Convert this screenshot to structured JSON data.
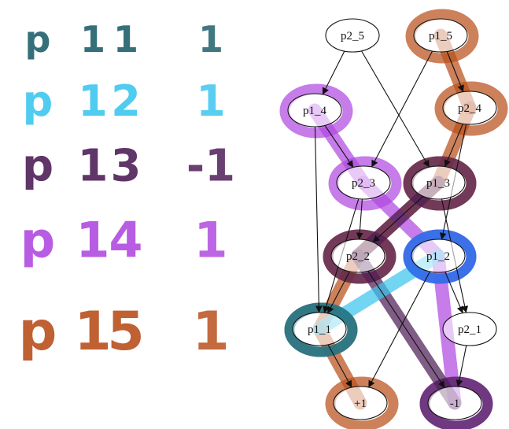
{
  "colors": {
    "teal": "#1f5f6b",
    "cyan": "#3cc6ee",
    "dark_purple": "#4f1f58",
    "violet": "#b04ae0",
    "orange": "#b8501c",
    "blue": "#2c58e6",
    "ink": "#111111"
  },
  "legend": [
    {
      "id": "p11",
      "chars": [
        "p",
        "1",
        "1"
      ],
      "value": "1",
      "color_key": "teal"
    },
    {
      "id": "p12",
      "chars": [
        "p",
        "1",
        "2"
      ],
      "value": "1",
      "color_key": "cyan"
    },
    {
      "id": "p13",
      "chars": [
        "p",
        "1",
        "3"
      ],
      "value": "-1",
      "color_key": "dark_purple"
    },
    {
      "id": "p14",
      "chars": [
        "p",
        "1",
        "4"
      ],
      "value": "1",
      "color_key": "violet"
    },
    {
      "id": "p15",
      "chars": [
        "p",
        "1",
        "5"
      ],
      "value": "1",
      "color_key": "orange"
    }
  ],
  "diagram": {
    "nodes": [
      {
        "id": "p2_5",
        "label": "p2_5"
      },
      {
        "id": "p1_5",
        "label": "p1_5"
      },
      {
        "id": "p1_4",
        "label": "p1_4"
      },
      {
        "id": "p2_4",
        "label": "p2_4"
      },
      {
        "id": "p2_3",
        "label": "p2_3"
      },
      {
        "id": "p1_3",
        "label": "p1_3"
      },
      {
        "id": "p2_2",
        "label": "p2_2"
      },
      {
        "id": "p1_2",
        "label": "p1_2"
      },
      {
        "id": "p1_1",
        "label": "p1_1"
      },
      {
        "id": "p2_1",
        "label": "p2_1"
      },
      {
        "id": "plus1",
        "label": "+1"
      },
      {
        "id": "minus1",
        "label": "-1"
      }
    ],
    "edges": [
      [
        "p2_5",
        "p1_4"
      ],
      [
        "p2_5",
        "p1_3"
      ],
      [
        "p1_5",
        "p2_4"
      ],
      [
        "p1_5",
        "p2_3"
      ],
      [
        "p1_4",
        "p2_3"
      ],
      [
        "p1_4",
        "p1_1"
      ],
      [
        "p2_4",
        "p1_3"
      ],
      [
        "p2_4",
        "p1_2"
      ],
      [
        "p2_3",
        "p2_2"
      ],
      [
        "p2_3",
        "p1_1"
      ],
      [
        "p1_3",
        "p2_2"
      ],
      [
        "p1_3",
        "p2_1"
      ],
      [
        "p2_2",
        "p1_1"
      ],
      [
        "p2_2",
        "minus1"
      ],
      [
        "p1_2",
        "plus1"
      ],
      [
        "p1_2",
        "p2_1"
      ],
      [
        "p1_1",
        "plus1"
      ],
      [
        "p2_1",
        "minus1"
      ]
    ],
    "highlight_paths": [
      {
        "color_key": "orange",
        "nodes": [
          "p1_5",
          "p2_4",
          "p1_3",
          "p2_2",
          "p1_1",
          "plus1"
        ]
      },
      {
        "color_key": "violet",
        "nodes": [
          "p1_4",
          "p2_3",
          "p1_2",
          "minus1"
        ]
      },
      {
        "color_key": "dark_purple",
        "nodes": [
          "p1_3",
          "p2_2",
          "minus1"
        ]
      },
      {
        "color_key": "cyan",
        "nodes": [
          "p1_2",
          "p1_1"
        ]
      },
      {
        "color_key": "teal",
        "nodes": [
          "p1_1"
        ]
      },
      {
        "color_key": "blue",
        "nodes": [
          "p1_2"
        ]
      }
    ]
  }
}
